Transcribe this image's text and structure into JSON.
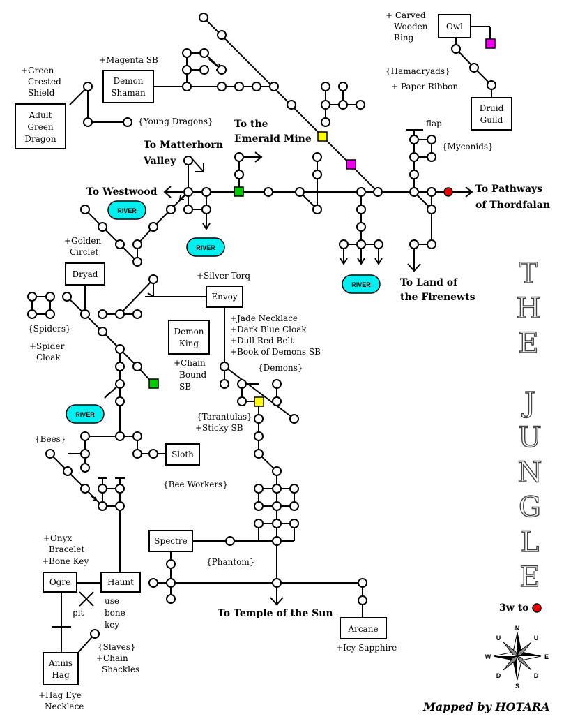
{
  "title_letters": [
    "T",
    "H",
    "E",
    "J",
    "U",
    "N",
    "G",
    "L",
    "E"
  ],
  "credit": "Mapped by HOTARA",
  "colors": {
    "yellow": "#ffff00",
    "magenta": "#ee00ee",
    "green": "#00cc00",
    "red": "#ee0000",
    "river": "#00f0f0"
  },
  "rooms": {
    "demon_shaman": [
      "Demon",
      "Shaman"
    ],
    "adult_green_dragon": [
      "Adult",
      "Green",
      "Dragon"
    ],
    "owl": "Owl",
    "druid_guild": [
      "Druid",
      "Guild"
    ],
    "dryad": "Dryad",
    "envoy": "Envoy",
    "demon_king": [
      "Demon",
      "King"
    ],
    "sloth": "Sloth",
    "spectre": "Spectre",
    "ogre": "Ogre",
    "haunt": "Haunt",
    "annis_hag": [
      "Annis",
      "Hag"
    ],
    "arcane": "Arcane"
  },
  "items": {
    "carved_ring": [
      "+ Carved",
      "Wooden",
      "Ring"
    ],
    "magenta_sb": "+Magenta SB",
    "green_shield": [
      "+Green",
      "Crested",
      "Shield"
    ],
    "young_dragons": "{Young Dragons}",
    "hamadryads": "{Hamadryads}",
    "paper_ribbon": "+ Paper Ribbon",
    "flap": "flap",
    "myconids": "{Myconids}",
    "golden_circlet": [
      "+Golden",
      "Circlet"
    ],
    "silver_torq": "+Silver Torq",
    "envoy_items": [
      "+Jade Necklace",
      "+Dark Blue Cloak",
      "+Dull Red Belt",
      "+Book of Demons SB"
    ],
    "spiders": "{Spiders}",
    "spider_cloak": [
      "+Spider",
      "Cloak"
    ],
    "chain_bound": [
      "+Chain",
      "Bound",
      "SB"
    ],
    "demons": "{Demons}",
    "tarantulas": [
      "{Tarantulas}",
      "+Sticky SB"
    ],
    "bees": "{Bees}",
    "bee_workers": "{Bee Workers}",
    "onyx": [
      "+Onyx",
      "Bracelet",
      "+Bone Key"
    ],
    "phantom": "{Phantom}",
    "pit": "pit",
    "bone_key": [
      "use",
      "bone",
      "key"
    ],
    "slaves": [
      "{Slaves}",
      "+Chain",
      "Shackles"
    ],
    "hag_eye": [
      "+Hag Eye",
      "Necklace"
    ],
    "icy_sapphire": "+Icy Sapphire",
    "three_w": "3w to"
  },
  "exits": {
    "matterhorn": [
      "To Matterhorn",
      "Valley"
    ],
    "emerald": [
      "To the",
      "Emerald Mine"
    ],
    "westwood": "To Westwood",
    "pathways": [
      "To Pathways",
      "of  Thordfalan"
    ],
    "firenewts": [
      "To Land of",
      "the Firenewts"
    ],
    "temple": "To Temple of the Sun"
  },
  "river_label": "RIVER",
  "compass": {
    "N": "N",
    "E": "E",
    "S": "S",
    "W": "W",
    "U": "U",
    "D": "D"
  }
}
